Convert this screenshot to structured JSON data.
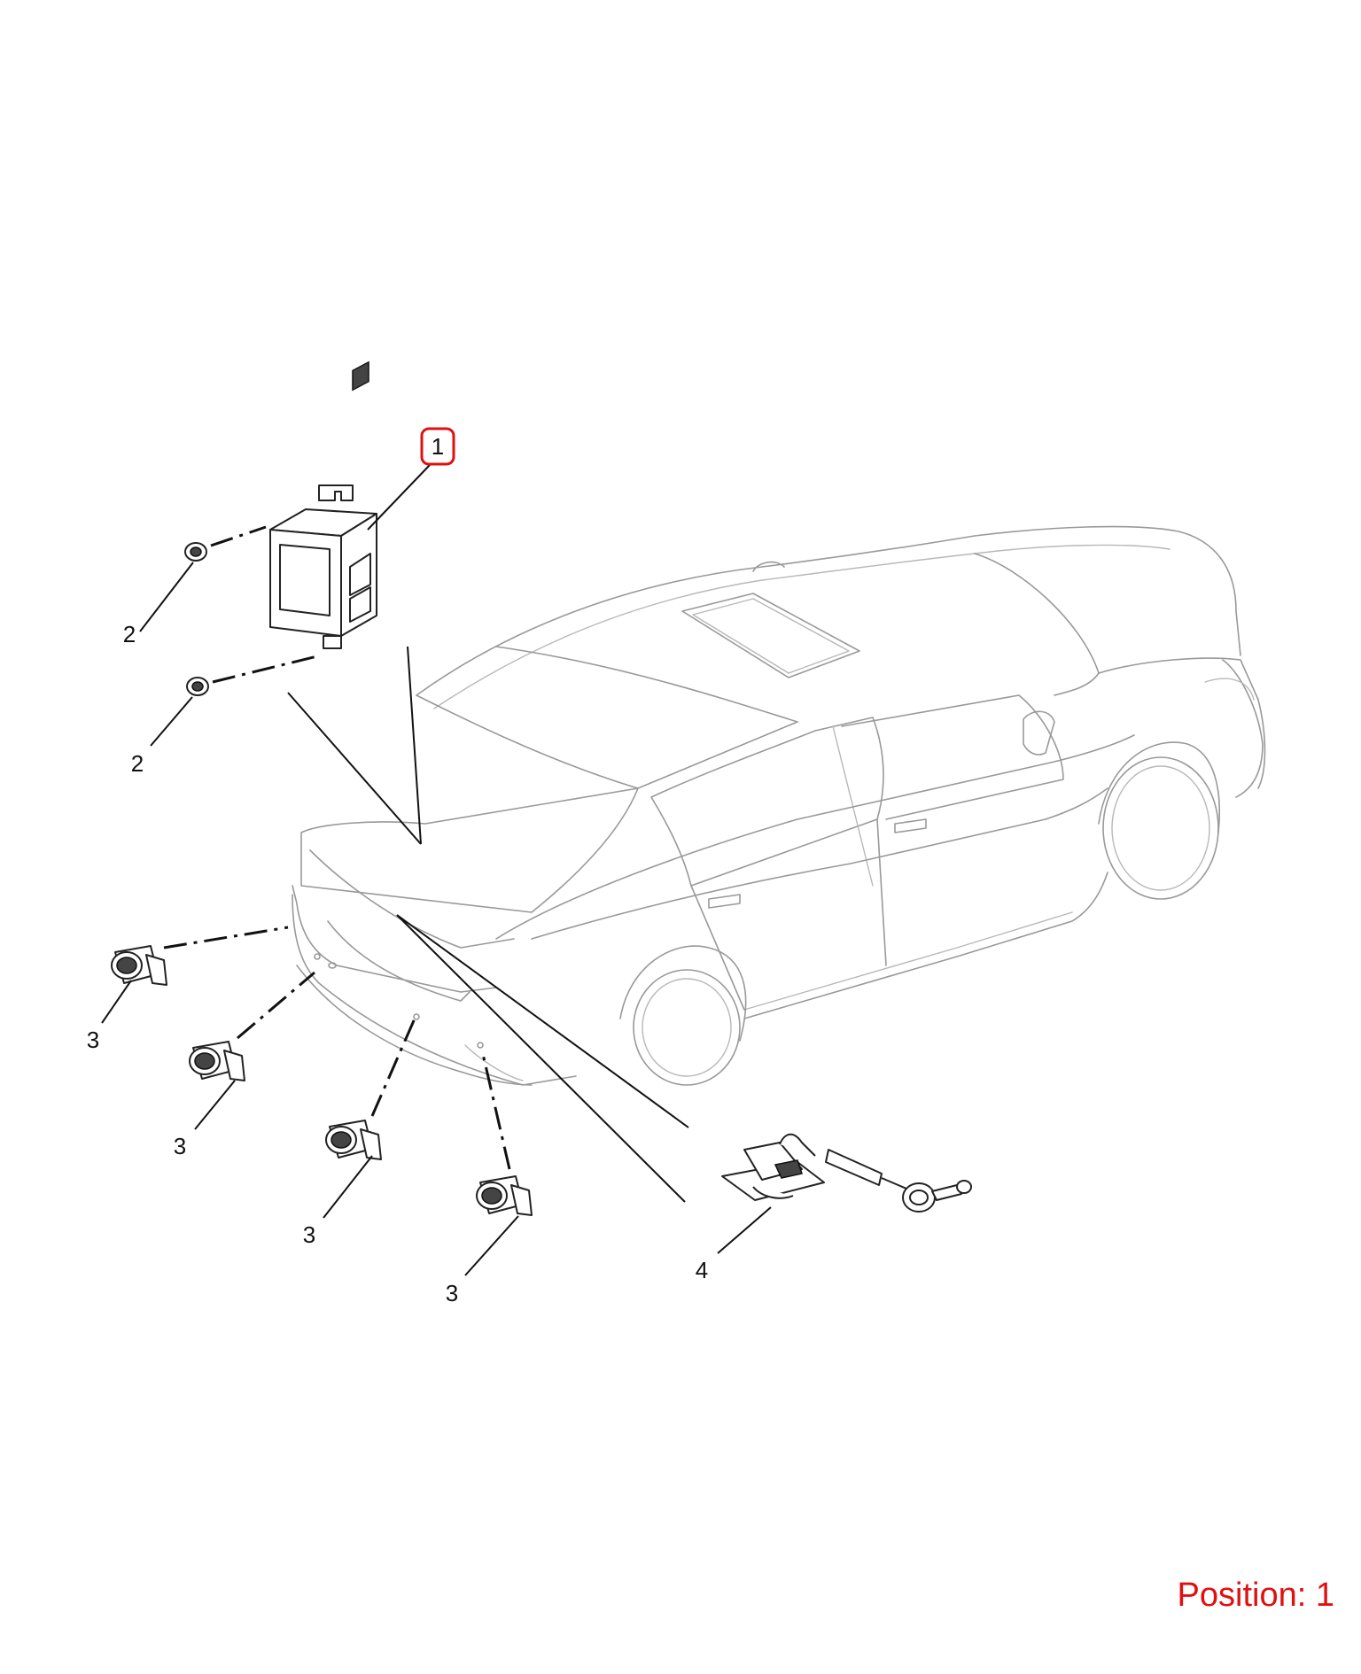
{
  "callouts": [
    {
      "id": "1",
      "label": "1",
      "highlighted": true
    },
    {
      "id": "2a",
      "label": "2"
    },
    {
      "id": "2b",
      "label": "2"
    },
    {
      "id": "3a",
      "label": "3"
    },
    {
      "id": "3b",
      "label": "3"
    },
    {
      "id": "3c",
      "label": "3"
    },
    {
      "id": "3d",
      "label": "3"
    },
    {
      "id": "4",
      "label": "4"
    }
  ],
  "position": {
    "text": "Position: 1",
    "color": "#e01010"
  },
  "highlight_color": "#e01010"
}
